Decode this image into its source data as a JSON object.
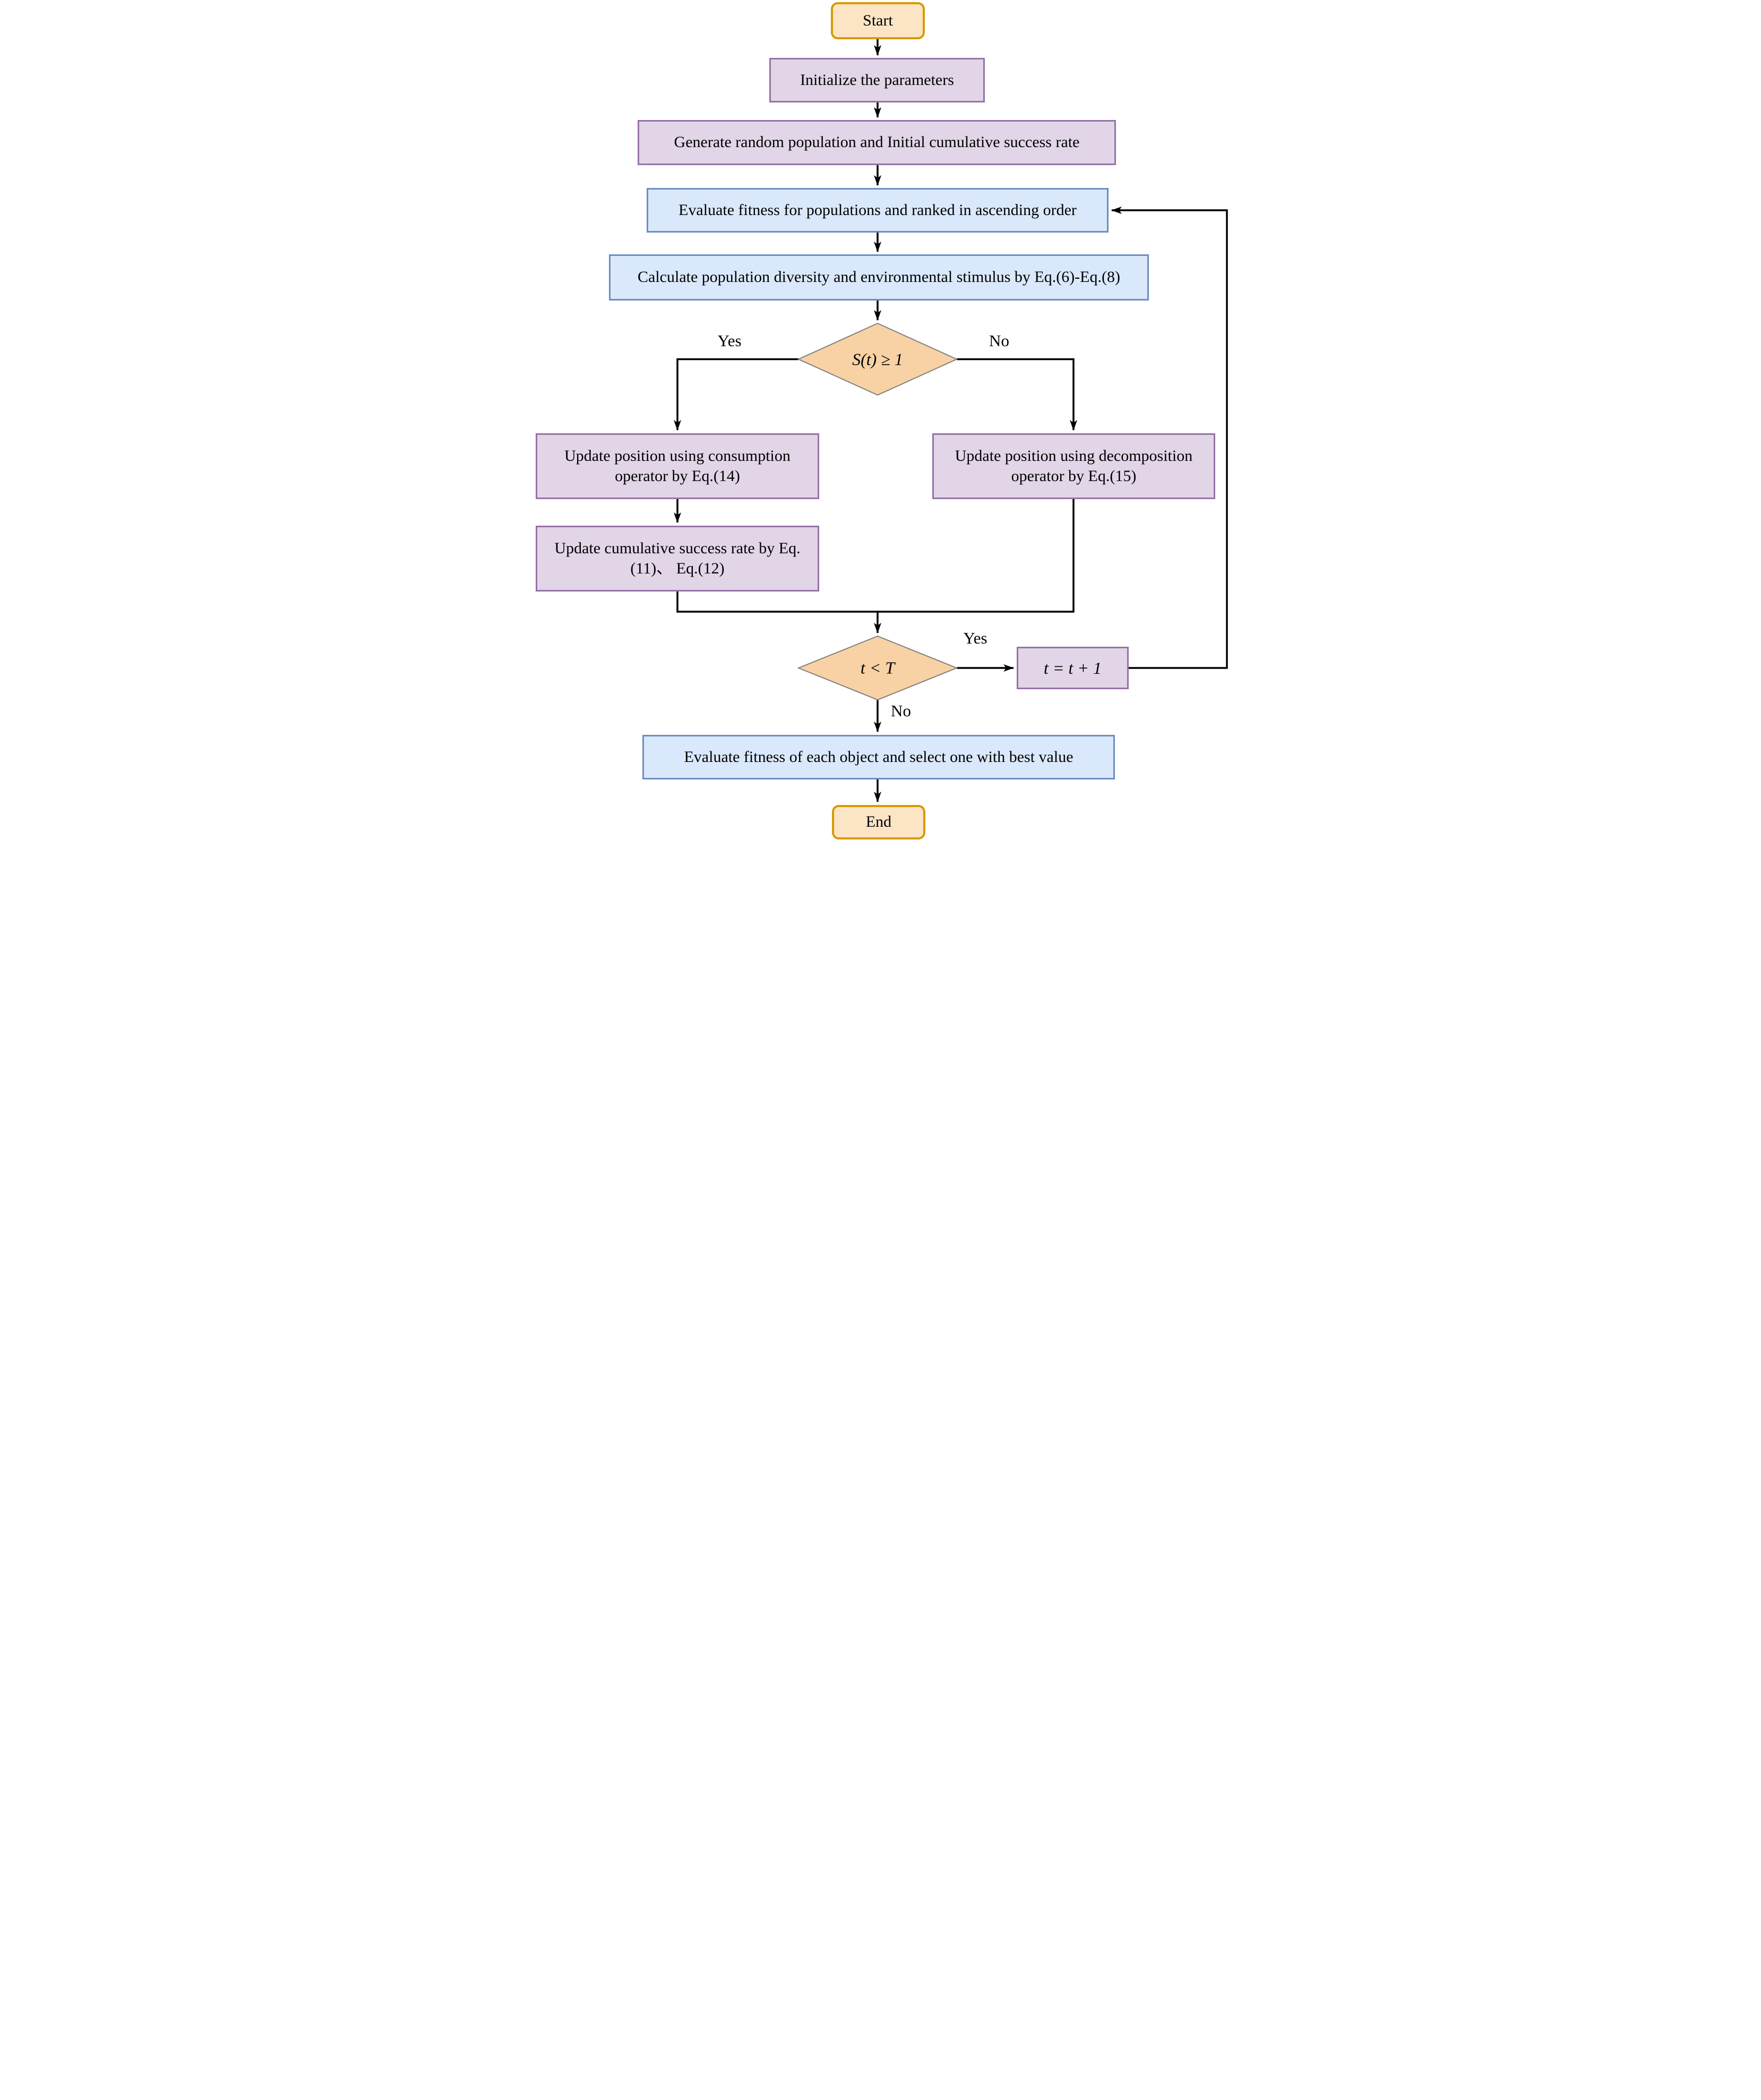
{
  "flowchart": {
    "nodes": {
      "start": {
        "label": "Start"
      },
      "init": {
        "label": "Initialize the parameters"
      },
      "generate": {
        "label": "Generate random population and Initial cumulative success rate"
      },
      "eval_pop": {
        "label": "Evaluate fitness for populations and ranked in ascending order"
      },
      "calc": {
        "label": "Calculate population diversity and environmental stimulus by Eq.(6)-Eq.(8)"
      },
      "s_decision": {
        "label": "S(t) ≥ 1"
      },
      "consumption": {
        "label": "Update position using consumption operator by Eq.(14)"
      },
      "cumulative": {
        "label": "Update cumulative success rate by Eq.(11)、 Eq.(12)"
      },
      "decomposition": {
        "label": "Update position using decomposition operator by Eq.(15)"
      },
      "t_decision": {
        "label": "t < T"
      },
      "increment": {
        "label": "t = t + 1"
      },
      "eval_obj": {
        "label": "Evaluate fitness of each object and select one with best value"
      },
      "end": {
        "label": "End"
      }
    },
    "edge_labels": {
      "s_yes": "Yes",
      "s_no": "No",
      "t_yes": "Yes",
      "t_no": "No"
    },
    "colors": {
      "terminal_fill": "#fce5c5",
      "terminal_border": "#d79b00",
      "process_fill": "#e1d5e7",
      "process_border": "#9673a6",
      "data_fill": "#dae8fc",
      "data_border": "#6c8ebf",
      "decision_fill": "#f8d2a4",
      "decision_border": "#7f7f7f",
      "edge": "#000000"
    }
  }
}
